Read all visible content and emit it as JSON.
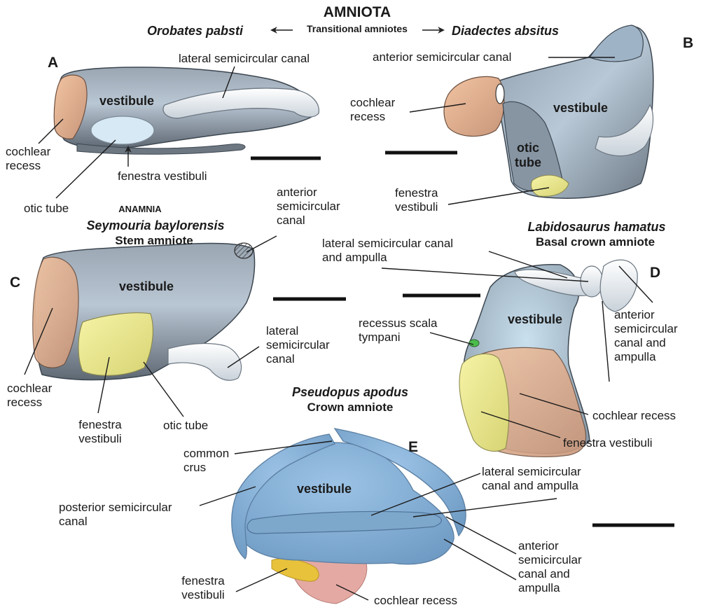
{
  "header": {
    "title": "AMNIOTA",
    "subtitle": "Transitional amniotes",
    "left_taxon": "Orobates pabsti",
    "right_taxon": "Diadectes absitus"
  },
  "panels": {
    "A": {
      "letter": "A",
      "labels": {
        "lateral_canal": "lateral semicircular canal",
        "vestibule": "vestibule",
        "cochlear_recess": "cochlear\nrecess",
        "fenestra": "fenestra vestibuli",
        "otic_tube": "otic tube"
      }
    },
    "B": {
      "letter": "B",
      "labels": {
        "anterior_canal": "anterior semicircular canal",
        "cochlear_recess": "cochlear\nrecess",
        "vestibule": "vestibule",
        "otic_tube": "otic\ntube",
        "fenestra": "fenestra\nvestibuli"
      }
    },
    "C": {
      "letter": "C",
      "group": "ANAMNIA",
      "taxon": "Seymouria baylorensis",
      "status": "Stem amniote",
      "labels": {
        "anterior_canal": "anterior\nsemicircular\ncanal",
        "vestibule": "vestibule",
        "lateral_canal": "lateral\nsemicircular\ncanal",
        "cochlear_recess": "cochlear\nrecess",
        "fenestra": "fenestra\nvestibuli",
        "otic_tube": "otic tube"
      }
    },
    "D": {
      "letter": "D",
      "taxon": "Labidosaurus hamatus",
      "status": "Basal crown amniote",
      "labels": {
        "lateral_canal": "lateral semicircular canal\nand ampulla",
        "recessus": "recessus scala\ntympani",
        "vestibule": "vestibule",
        "anterior_canal": "anterior\nsemicircular\ncanal and\nampulla",
        "cochlear_recess": "cochlear recess",
        "fenestra": "fenestra vestibuli"
      }
    },
    "E": {
      "letter": "E",
      "taxon": "Pseudopus apodus",
      "status": "Crown amniote",
      "labels": {
        "common_crus": "common\ncrus",
        "vestibule": "vestibule",
        "lateral_canal": "lateral semicircular\ncanal and ampulla",
        "posterior_canal": "posterior semicircular\ncanal",
        "anterior_canal": "anterior\nsemicircular\ncanal and\nampulla",
        "fenestra": "fenestra\nvestibuli",
        "cochlear_recess": "cochlear recess"
      }
    }
  }
}
